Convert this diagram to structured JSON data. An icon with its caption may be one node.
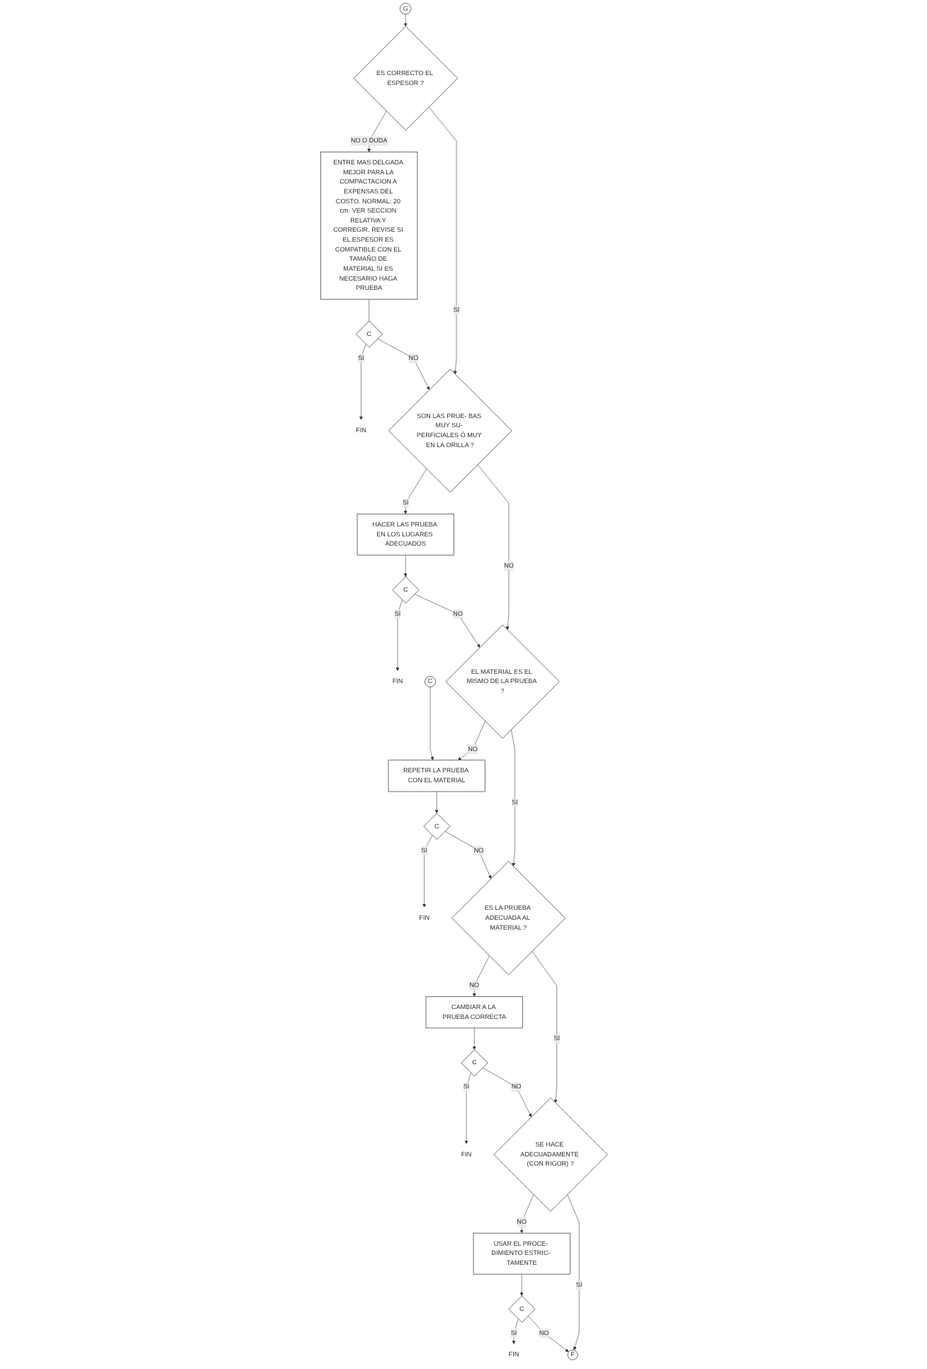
{
  "diagram": {
    "nodes": [
      {
        "text": [
          "G"
        ]
      },
      {
        "text": [
          "ES CORRECTO EL ESPESOR ?"
        ]
      },
      {
        "text": [
          "ENTRE MAS DELGADA MEJOR PARA LA COMPACTACION A EXPENSAS DEL COSTO. NORMAL: 20 cm. VER SECCION RELATIVA Y CORREGIR. REVISE SI EL ESPESOR ES COMPATIBLE CON EL TAMAÑO DE MATERIAL SI ES NECESARIO HAGA PRUEBA"
        ]
      },
      {
        "text": [
          "C"
        ]
      },
      {
        "text": [
          "FIN"
        ]
      },
      {
        "text": [
          "SON LAS PRUE- BAS MUY SU- PERFICIALES Ó MUY EN LA ORILLA ?"
        ]
      },
      {
        "text": [
          "HACER LAS PRUEBA EN LOS LUGARES ADECUADOS"
        ]
      },
      {
        "text": [
          "C"
        ]
      },
      {
        "text": [
          "FIN"
        ]
      },
      {
        "text": [
          "EL MATERIAL ES EL MISMO DE LA PRUEBA ?"
        ]
      },
      {
        "text": [
          "REPETIR LA PRUEBA CON EL MATERIAL"
        ]
      },
      {
        "text": [
          "C"
        ]
      },
      {
        "text": [
          "C"
        ]
      },
      {
        "text": [
          "FIN"
        ]
      },
      {
        "text": [
          "ES LA PRUEBA ADECUADA AL MATERIAL ?"
        ]
      },
      {
        "text": [
          "CAMBIAR A LA PRUEBA CORRECTA"
        ]
      },
      {
        "text": [
          "C"
        ]
      },
      {
        "text": [
          "FIN"
        ]
      },
      {
        "text": [
          "SE HACE ADECUADAMENTE (CON RIGOR) ?"
        ]
      },
      {
        "text": [
          "USAR EL PROCE- DIMIENTO ESTRIC- TAMENTE"
        ]
      },
      {
        "text": [
          "C"
        ]
      },
      {
        "text": [
          "FIN"
        ]
      },
      {
        "text": [
          "F"
        ]
      }
    ],
    "edges": [
      {
        "from": 0,
        "to": 1,
        "arrow": "to"
      },
      {
        "from": 1,
        "to": 2,
        "arrow": "to",
        "label": "NO O DUDA"
      },
      {
        "from": 1,
        "to": 5,
        "arrow": "to",
        "label": "SI"
      },
      {
        "from": 2,
        "to": 3,
        "arrow": "none"
      },
      {
        "from": 3,
        "to": 5,
        "arrow": "to",
        "label": "NO"
      },
      {
        "from": 3,
        "to": 4,
        "arrow": "to",
        "label": "SI"
      },
      {
        "from": 5,
        "to": 6,
        "arrow": "to",
        "label": "SI"
      },
      {
        "from": 5,
        "to": 9,
        "arrow": "to",
        "label": "NO"
      },
      {
        "from": 6,
        "to": 7,
        "arrow": "to"
      },
      {
        "from": 7,
        "to": 9,
        "arrow": "to",
        "label": "NO"
      },
      {
        "from": 7,
        "to": 8,
        "arrow": "to",
        "label": "SI"
      },
      {
        "from": 9,
        "to": 10,
        "arrow": "to",
        "label": "NO"
      },
      {
        "from": 9,
        "to": 14,
        "arrow": "to",
        "label": "SI"
      },
      {
        "from": 11,
        "to": 10,
        "arrow": "to"
      },
      {
        "from": 10,
        "to": 12,
        "arrow": "to"
      },
      {
        "from": 12,
        "to": 14,
        "arrow": "to",
        "label": "NO"
      },
      {
        "from": 12,
        "to": 13,
        "arrow": "to",
        "label": "SI"
      },
      {
        "from": 14,
        "to": 15,
        "arrow": "to",
        "label": "NO"
      },
      {
        "from": 14,
        "to": 18,
        "arrow": "to",
        "label": "SI"
      },
      {
        "from": 15,
        "to": 16,
        "arrow": "to"
      },
      {
        "from": 16,
        "to": 18,
        "arrow": "to",
        "label": "NO"
      },
      {
        "from": 16,
        "to": 17,
        "arrow": "to",
        "label": "SI"
      },
      {
        "from": 18,
        "to": 19,
        "arrow": "to",
        "label": "NO"
      },
      {
        "from": 18,
        "to": 22,
        "arrow": "to",
        "label": "SI"
      },
      {
        "from": 19,
        "to": 20,
        "arrow": "to"
      },
      {
        "from": 20,
        "to": 22,
        "arrow": "to",
        "label": "NO"
      },
      {
        "from": 20,
        "to": 21,
        "arrow": "to",
        "label": "SI"
      }
    ]
  }
}
